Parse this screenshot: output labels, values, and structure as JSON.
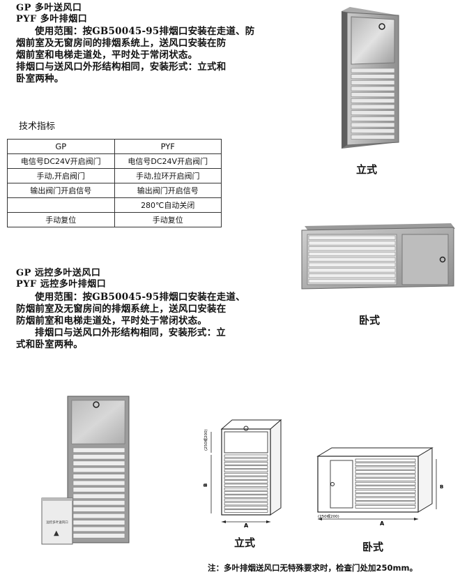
{
  "section1": {
    "heading_line1": "GP 多叶送风口",
    "heading_line2": "PYF 多叶排烟口",
    "para1": "使用范围：按GB50045-95排烟口安装在走道、防烟前室及无窗房间的排烟系统上，送风口安装在防烟前室和电梯走道处，平时处于常闭状态。",
    "para2": "排烟口与送风口外形结构相同，安装形式：立式和卧室两种。",
    "para1_lines": [
      "使用范围：按GB50045-95排烟口安装在走道、防",
      "烟前室及无窗房间的排烟系统上，送风口安装在防",
      "烟前室和电梯走道处，平时处于常闭状态。"
    ],
    "para2_lines": [
      "排烟口与送风口外形结构相同，安装形式：立式和",
      "卧室两种。"
    ]
  },
  "spec": {
    "title": "技术指标",
    "headers": [
      "GP",
      "PYF"
    ],
    "rows": [
      [
        "电信号DC24V开启阀门",
        "电信号DC24V开启阀门"
      ],
      [
        "手动,开启阀门",
        "手动,拉环开启阀门"
      ],
      [
        "输出阀门开启信号",
        "输出阀门开启信号"
      ],
      [
        "",
        "280℃自动关闭"
      ],
      [
        "手动复位",
        "手动复位"
      ]
    ]
  },
  "section2": {
    "heading_line1": "GP 远控多叶送风口",
    "heading_line2": "PYF 远控多叶排烟口",
    "para1_lines": [
      "使用范围：按GB50045-95排烟口安装在走道、",
      "防烟前室及无窗房间的排烟系统上，送风口安装在",
      "防烟前室和电梯走道处，平时处于常闭状态。"
    ],
    "para2_lines": [
      "排烟口与送风口外形结构相同，安装形式：立",
      "式和卧室两种。"
    ]
  },
  "captions": {
    "vertical_photo": "立式",
    "horizontal_photo": "卧式",
    "vertical_drawing": "立式",
    "horizontal_drawing": "卧式"
  },
  "drawing_labels": {
    "dim_a": "A",
    "dim_b": "B",
    "dim_vertical_top": "(250或200)",
    "dim_horizontal_left": "(250或200)"
  },
  "control_box_label": "远控多叶送风口",
  "note": "注：多叶排烟送风口无特殊要求时，检查门处加250mm。"
}
